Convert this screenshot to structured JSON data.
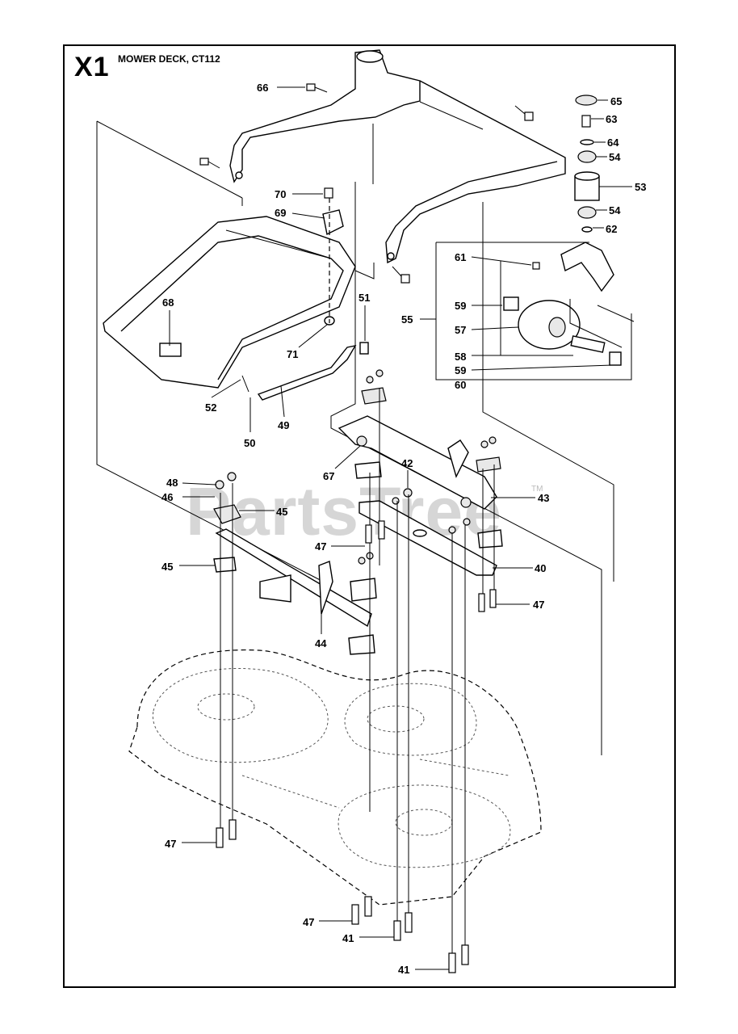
{
  "header": {
    "section_code": "X1",
    "title": "MOWER DECK, CT112"
  },
  "watermark": {
    "text": "PartsTree",
    "trademark": "TM"
  },
  "part_labels": [
    "66",
    "65",
    "63",
    "64",
    "54",
    "53",
    "54",
    "62",
    "70",
    "69",
    "61",
    "55",
    "59",
    "57",
    "58",
    "59",
    "60",
    "68",
    "71",
    "51",
    "52",
    "49",
    "50",
    "67",
    "42",
    "43",
    "48",
    "46",
    "45",
    "47",
    "40",
    "45",
    "47",
    "44",
    "47",
    "47",
    "41",
    "41"
  ]
}
